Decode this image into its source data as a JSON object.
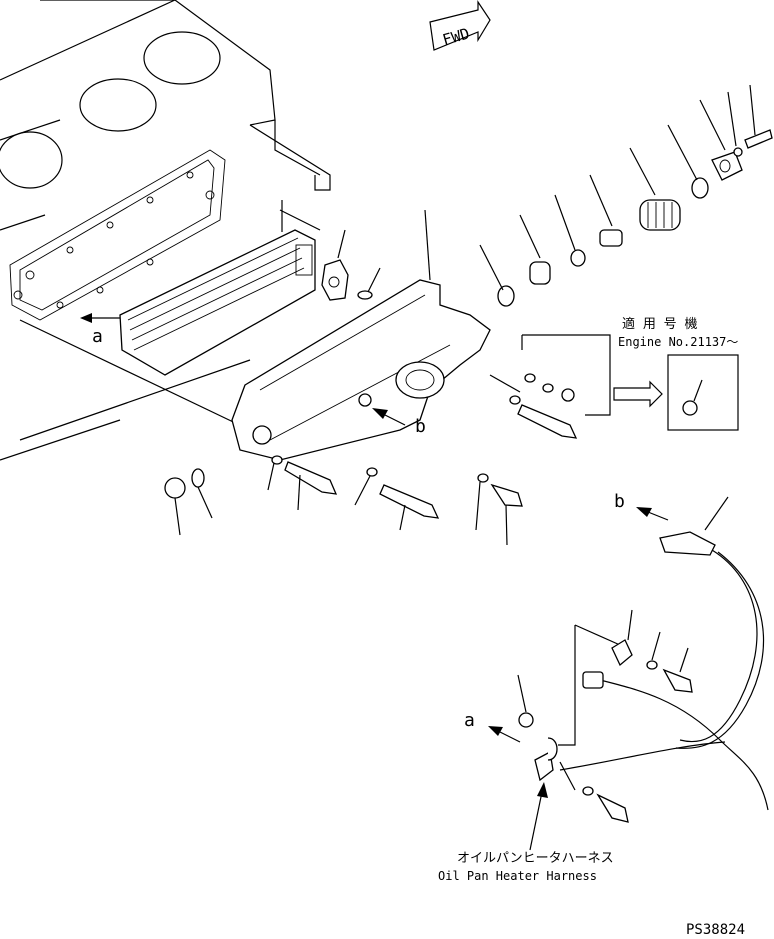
{
  "fwd_label": "FWD",
  "callouts": {
    "a": "a",
    "b": "b"
  },
  "applicable_jp": "適 用 号 機",
  "applicable_en": "Engine No.21137～",
  "harness_jp": "オイルパンヒータハーネス",
  "harness_en": "Oil Pan Heater Harness",
  "drawing_no": "PS38824"
}
